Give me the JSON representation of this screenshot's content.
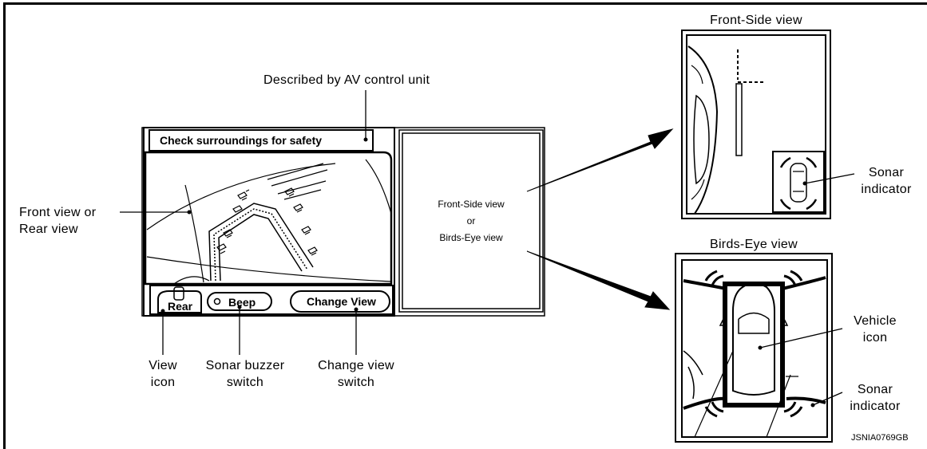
{
  "callouts": {
    "described_by": "Described by AV control unit",
    "front_or_rear_line1": "Front view or",
    "front_or_rear_line2": "Rear view",
    "view_icon_line1": "View",
    "view_icon_line2": "icon",
    "sonar_buzzer_line1": "Sonar buzzer",
    "sonar_buzzer_line2": "switch",
    "change_view_line1": "Change view",
    "change_view_line2": "switch",
    "sonar_indicator_top_line1": "Sonar",
    "sonar_indicator_top_line2": "indicator",
    "vehicle_icon_line1": "Vehicle",
    "vehicle_icon_line2": "icon",
    "sonar_indicator_bottom_line1": "Sonar",
    "sonar_indicator_bottom_line2": "indicator"
  },
  "screen": {
    "banner": "Check surroundings for safety",
    "rear_button": "Rear",
    "beep_button": "Beep",
    "change_view_button": "Change View",
    "right_panel_line1": "Front-Side view",
    "right_panel_line2": "or",
    "right_panel_line3": "Birds-Eye view"
  },
  "views": {
    "front_side_title": "Front-Side view",
    "birds_eye_title": "Birds-Eye view"
  },
  "figure_code": "JSNIA0769GB"
}
